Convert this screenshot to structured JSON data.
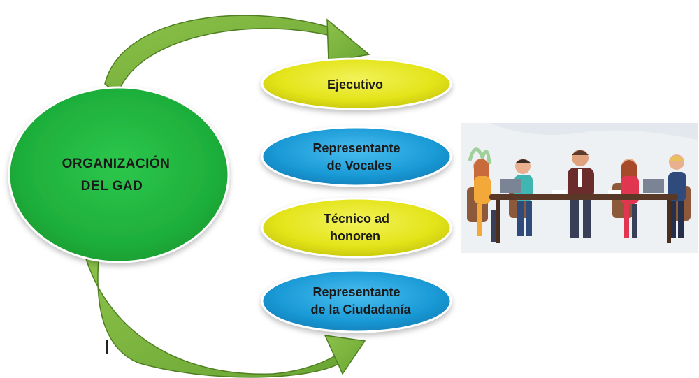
{
  "main_node": {
    "line1": "ORGANIZACIÓN",
    "line2": "DEL GAD",
    "color": "#1eb13c"
  },
  "roles": [
    {
      "line1": "Ejecutivo",
      "line2": "",
      "color": "#e6e61a"
    },
    {
      "line1": "Representante",
      "line2": "de Vocales",
      "color": "#1da2dc"
    },
    {
      "line1": "Técnico ad",
      "line2": "honoren",
      "color": "#e6e61a"
    },
    {
      "line1": "Representante",
      "line2": "de la Ciudadanía",
      "color": "#1da2dc"
    }
  ],
  "arrow_color": "#7fb73d",
  "illustration": "meeting-people-illustration"
}
